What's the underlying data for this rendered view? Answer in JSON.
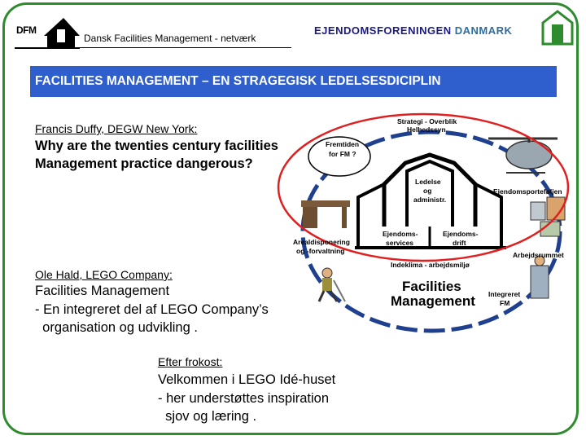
{
  "header": {
    "logo_text": "DFM",
    "network_label": "Dansk Facilities Management - netværk",
    "org_name_part1": "EJENDOMSFORENINGEN ",
    "org_name_part2": "DANMARK"
  },
  "banner": {
    "title": "FACILITIES MANAGEMENT – EN STRAGEGISK LEDELSESDICIPLIN"
  },
  "section1": {
    "speaker": "Francis Duffy, DEGW New York:",
    "line1": "Why are the twenties century facilities",
    "line2": "Management practice dangerous?"
  },
  "section2": {
    "speaker": "Ole Hald, LEGO Company:",
    "line1": "Facilities Management",
    "line2": "- En integreret del af LEGO Company’s",
    "line3": "  organisation og udvikling ."
  },
  "section3": {
    "speaker": "Efter frokost:",
    "line1": "Velkommen i LEGO Idé-huset",
    "line2": "- her understøttes inspiration",
    "line3": "  sjov og læring ."
  },
  "diagram": {
    "strategi_1": "Strategi - Overblik",
    "strategi_2": "Helhedssyn",
    "fremtiden_1": "Fremtiden",
    "fremtiden_2": "for FM ?",
    "ledelse_1": "Ledelse",
    "ledelse_2": "og",
    "ledelse_3": "administr.",
    "ejendomsportefolje": "Ejendomsporteføljen",
    "arealdisp_1": "Arealdisponering",
    "arealdisp_2": "og -forvaltning",
    "ejendomsservices_1": "Ejendoms-",
    "ejendomsservices_2": "services",
    "ejendomsdrift_1": "Ejendoms-",
    "ejendomsdrift_2": "drift",
    "arbejdsrummet": "Arbejdsrummet",
    "indeklima": "Indeklima - arbejdsmiljø",
    "fm_1": "Facilities",
    "fm_2": "Management",
    "integreret_1": "Integreret",
    "integreret_2": "FM"
  }
}
